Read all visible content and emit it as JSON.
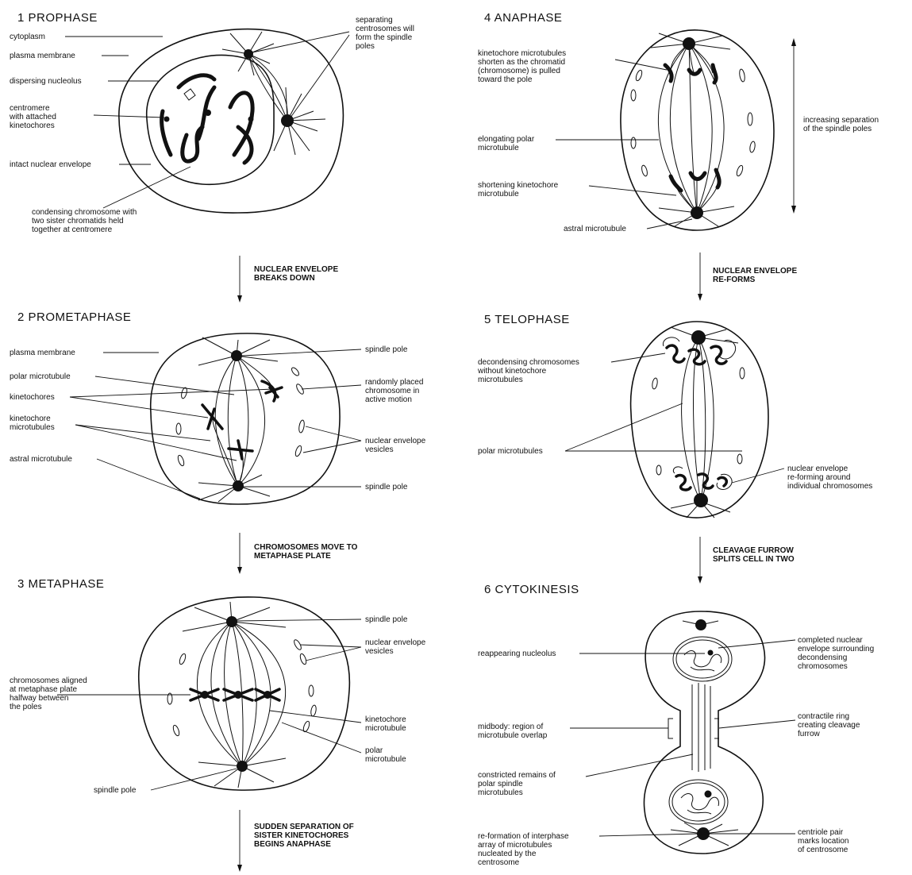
{
  "colors": {
    "ink": "#111111",
    "background": "#ffffff"
  },
  "panels": {
    "prophase": {
      "title": "1  PROPHASE",
      "labels": {
        "cytoplasm": "cytoplasm",
        "plasma_membrane": "plasma membrane",
        "dispersing_nucleolus": "dispersing nucleolus",
        "centromere": "centromere\nwith attached\nkinetochores",
        "intact_nuclear_envelope": "intact nuclear envelope",
        "condensing_chromosome": "condensing chromosome with\ntwo sister chromatids held\ntogether at centromere",
        "separating_centrosomes": "separating\ncentrosomes will\nform the spindle\npoles"
      }
    },
    "prometaphase": {
      "title": "2  PROMETAPHASE",
      "labels": {
        "plasma_membrane": "plasma membrane",
        "polar_microtubule": "polar microtubule",
        "kinetochores": "kinetochores",
        "kinetochore_microtubules": "kinetochore\nmicrotubules",
        "astral_microtubule": "astral microtubule",
        "spindle_pole_top": "spindle pole",
        "randomly_placed": "randomly placed\nchromosome in\nactive motion",
        "nuclear_envelope_vesicles": "nuclear envelope\nvesicles",
        "spindle_pole_bottom": "spindle pole"
      }
    },
    "metaphase": {
      "title": "3  METAPHASE",
      "labels": {
        "spindle_pole_top": "spindle pole",
        "nuclear_envelope_vesicles": "nuclear envelope\nvesicles",
        "chromosomes_aligned": "chromosomes aligned\nat metaphase plate\nhalfway between\nthe poles",
        "kinetochore_microtubule": "kinetochore\nmicrotubule",
        "polar_microtubule": "polar\nmicrotubule",
        "spindle_pole_bottom": "spindle pole"
      }
    },
    "anaphase": {
      "title": "4  ANAPHASE",
      "labels": {
        "kinetochore_shorten": "kinetochore microtubules\nshorten as the chromatid\n(chromosome) is pulled\ntoward the pole",
        "elongating_polar": "elongating polar\nmicrotubule",
        "shortening_kinetochore": "shortening kinetochore\nmicrotubule",
        "astral_microtubule": "astral microtubule",
        "increasing_separation": "increasing separation\nof the spindle poles"
      }
    },
    "telophase": {
      "title": "5  TELOPHASE",
      "labels": {
        "decondensing": "decondensing chromosomes\nwithout kinetochore\nmicrotubules",
        "polar_microtubules": "polar microtubules",
        "nuclear_envelope_reforming": "nuclear envelope\nre-forming around\nindividual chromosomes"
      }
    },
    "cytokinesis": {
      "title": "6  CYTOKINESIS",
      "labels": {
        "reappearing_nucleolus": "reappearing nucleolus",
        "completed_nuclear_envelope": "completed nuclear\nenvelope surrounding\ndecondensing\nchromosomes",
        "midbody": "midbody: region of\nmicrotubule overlap",
        "contractile_ring": "contractile ring\ncreating cleavage\nfurrow",
        "constricted_remains": "constricted remains of\npolar spindle\nmicrotubules",
        "reformation_interphase": "re-formation of interphase\narray of microtubules\nnucleated by the\ncentrosome",
        "centriole_pair": "centriole pair\nmarks location\nof centrosome"
      }
    }
  },
  "transitions": {
    "t1": "NUCLEAR ENVELOPE\nBREAKS DOWN",
    "t2": "CHROMOSOMES MOVE TO\nMETAPHASE PLATE",
    "t3": "SUDDEN SEPARATION OF\nSISTER KINETOCHORES\nBEGINS ANAPHASE",
    "t4": "NUCLEAR ENVELOPE\nRE-FORMS",
    "t5": "CLEAVAGE FURROW\nSPLITS CELL IN TWO"
  }
}
